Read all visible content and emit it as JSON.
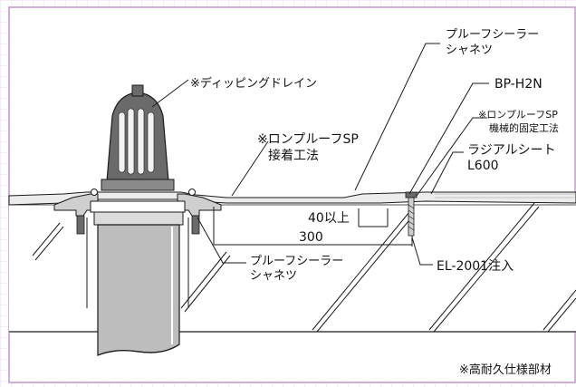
{
  "colors": {
    "frame": "#c89ad0",
    "grid": "#e6d2ec",
    "line": "#1a1a1a",
    "fill_light": "#f2f2f2",
    "fill_mid": "#cfcfcf",
    "fill_dark": "#6a6a6a",
    "board": "#dcdcdc",
    "pipe": "#bdbdbd"
  },
  "labels": {
    "dipping_drain": "※ディッピングドレイン",
    "ron_proof_1": "※ロンプルーフSP",
    "ron_proof_2": "接着工法",
    "proof_sealer_top_1": "プルーフシーラー",
    "proof_sealer_top_2": "シャネツ",
    "bp_h2n": "BP-H2N",
    "mech_1": "※ロンプルーフSP",
    "mech_2": "機械的固定工法",
    "radial_1": "ラジアルシート",
    "radial_2": "L600",
    "dim_40": "40以上",
    "dim_300": "300",
    "proof_sealer_bottom_1": "プルーフシーラー",
    "proof_sealer_bottom_2": "シャネツ",
    "el2001": "EL-2001注入",
    "footnote": "※高耐久仕様部材"
  }
}
